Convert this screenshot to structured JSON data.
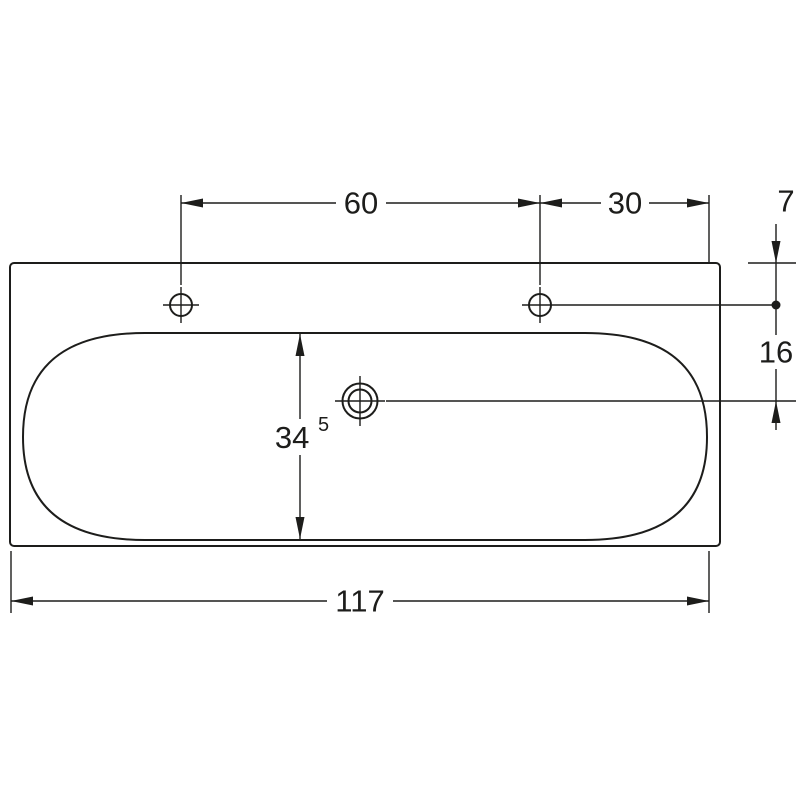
{
  "drawing": {
    "colors": {
      "line": "#1d1d1b",
      "background": "#ffffff"
    },
    "dimensions": {
      "hole_spacing": "60",
      "hole_to_right_edge": "30",
      "rear_edge_to_holes": "7",
      "holes_to_drain": "16",
      "bowl_depth_main": "34",
      "bowl_depth_sup": "5",
      "overall_width": "117"
    }
  }
}
